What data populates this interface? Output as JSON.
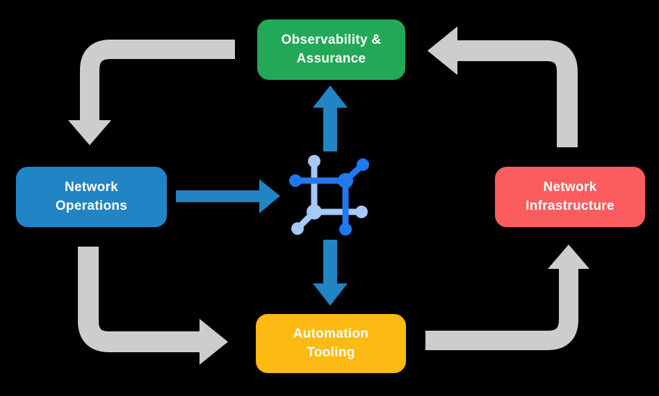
{
  "diagram": {
    "background": "#000000",
    "nodes": {
      "observability": {
        "lines": [
          "Observability &",
          "Assurance"
        ],
        "color": "#22a958"
      },
      "operations": {
        "lines": [
          "Network",
          "Operations"
        ],
        "color": "#2184c4"
      },
      "infrastructure": {
        "lines": [
          "Network",
          "Infrastructure"
        ],
        "color": "#fb5d5e"
      },
      "automation": {
        "lines": [
          "Automation",
          "Tooling"
        ],
        "color": "#fdba12"
      }
    },
    "center_icon": "network-fabric-icon",
    "colors": {
      "cycle_arrow_gray": "#cdcdcd",
      "flow_arrow_blue": "#2184c4",
      "icon_blue_dark": "#2079f2",
      "icon_blue_light": "#a6c8f5",
      "node_text": "#ffffff"
    }
  }
}
